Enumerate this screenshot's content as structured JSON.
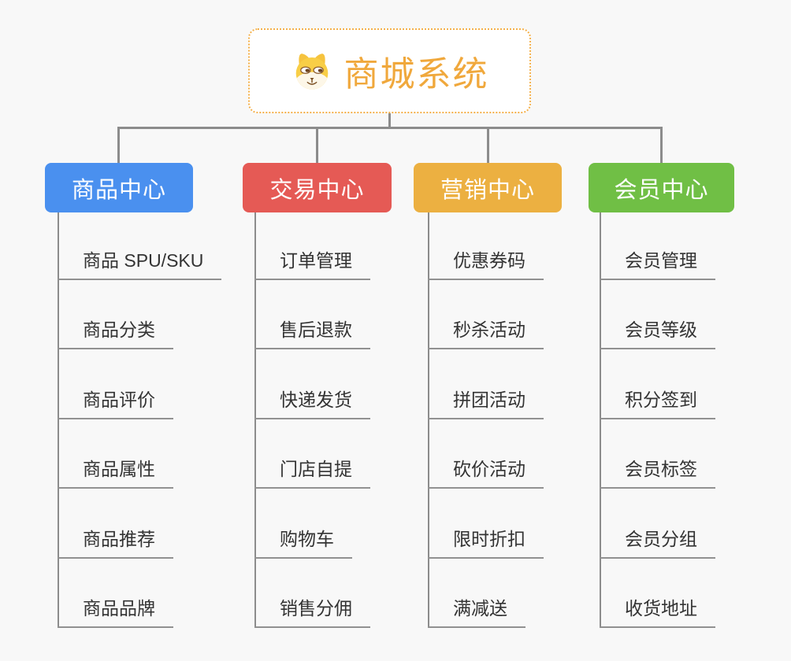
{
  "root": {
    "title": "商城系统",
    "icon": "dog-face-icon"
  },
  "branches": [
    {
      "label": "商品中心",
      "color": "#4a90ef",
      "children": [
        "商品 SPU/SKU",
        "商品分类",
        "商品评价",
        "商品属性",
        "商品推荐",
        "商品品牌"
      ]
    },
    {
      "label": "交易中心",
      "color": "#e55a55",
      "children": [
        "订单管理",
        "售后退款",
        "快递发货",
        "门店自提",
        "购物车",
        "销售分佣"
      ]
    },
    {
      "label": "营销中心",
      "color": "#ecb041",
      "children": [
        "优惠券码",
        "秒杀活动",
        "拼团活动",
        "砍价活动",
        "限时折扣",
        "满减送"
      ]
    },
    {
      "label": "会员中心",
      "color": "#70bf45",
      "children": [
        "会员管理",
        "会员等级",
        "积分签到",
        "会员标签",
        "会员分组",
        "收货地址"
      ]
    }
  ],
  "colors": {
    "background": "#f8f8f8",
    "root_text": "#f0a83c",
    "root_border": "#f4b04a",
    "connector_line": "#8c8c8c",
    "child_underline": "#919191",
    "child_text": "#333333"
  }
}
